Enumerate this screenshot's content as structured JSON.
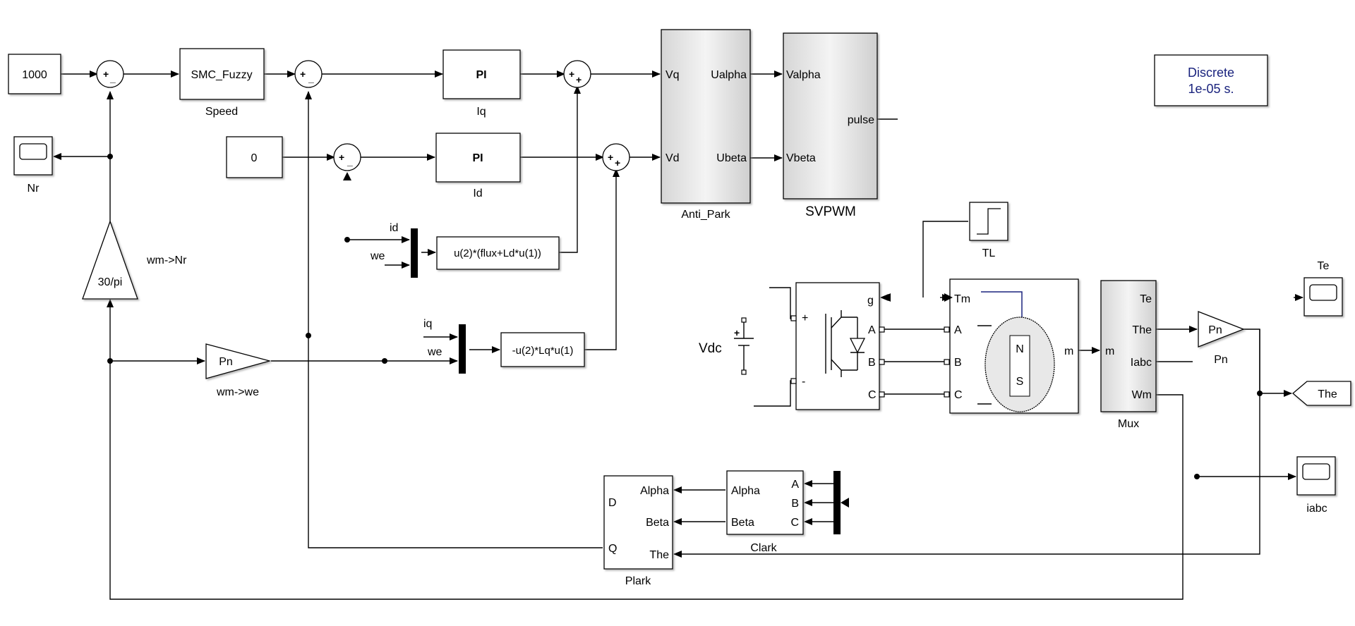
{
  "blocks": {
    "speed_ref": "1000",
    "id_ref": "0",
    "smc": "SMC_Fuzzy",
    "speed_label": "Speed",
    "pi": "PI",
    "iq_label": "Iq",
    "id_label": "Id",
    "scope_nr": "Nr",
    "gain_30pi": "30/pi",
    "gain_30pi_label": "wm->Nr",
    "gain_pn": "Pn",
    "gain_pn_label": "wm->we",
    "fcn_vq": "u(2)*(flux+Ld*u(1))",
    "fcn_vd": "-u(2)*Lq*u(1)",
    "mux1_in1": "id",
    "mux1_in2": "we",
    "mux2_in1": "iq",
    "mux2_in2": "we",
    "antipark": {
      "label": "Anti_Park",
      "in1": "Vq",
      "in2": "Vd",
      "out1": "Ualpha",
      "out2": "Ubeta"
    },
    "svpwm": {
      "label": "SVPWM",
      "in1": "Valpha",
      "in2": "Vbeta",
      "out": "pulse"
    },
    "discrete_line1": "Discrete",
    "discrete_line2": "1e-05 s.",
    "vdc_label": "Vdc",
    "inverter": {
      "g": "g",
      "a": "A",
      "b": "B",
      "c": "C",
      "plus": "+",
      "minus": "-"
    },
    "tl_label": "TL",
    "motor": {
      "tm": "Tm",
      "a": "A",
      "b": "B",
      "c": "C",
      "m": "m",
      "n": "N",
      "s": "S"
    },
    "mux": {
      "label": "Mux",
      "in": "m",
      "te": "Te",
      "the": "The",
      "iabc": "Iabc",
      "wm": "Wm"
    },
    "scope_te": "Te",
    "gain_pn2": "Pn",
    "gain_pn2_label": "Pn",
    "goto_the": "The",
    "scope_iabc": "iabc",
    "clark": {
      "label": "Clark",
      "a": "A",
      "b": "B",
      "c": "C",
      "alpha": "Alpha",
      "beta": "Beta"
    },
    "plark": {
      "label": "Plark",
      "d": "D",
      "q": "Q",
      "alpha": "Alpha",
      "beta": "Beta",
      "the": "The"
    },
    "sum_signs": {
      "plus": "+",
      "minus": "_"
    }
  }
}
